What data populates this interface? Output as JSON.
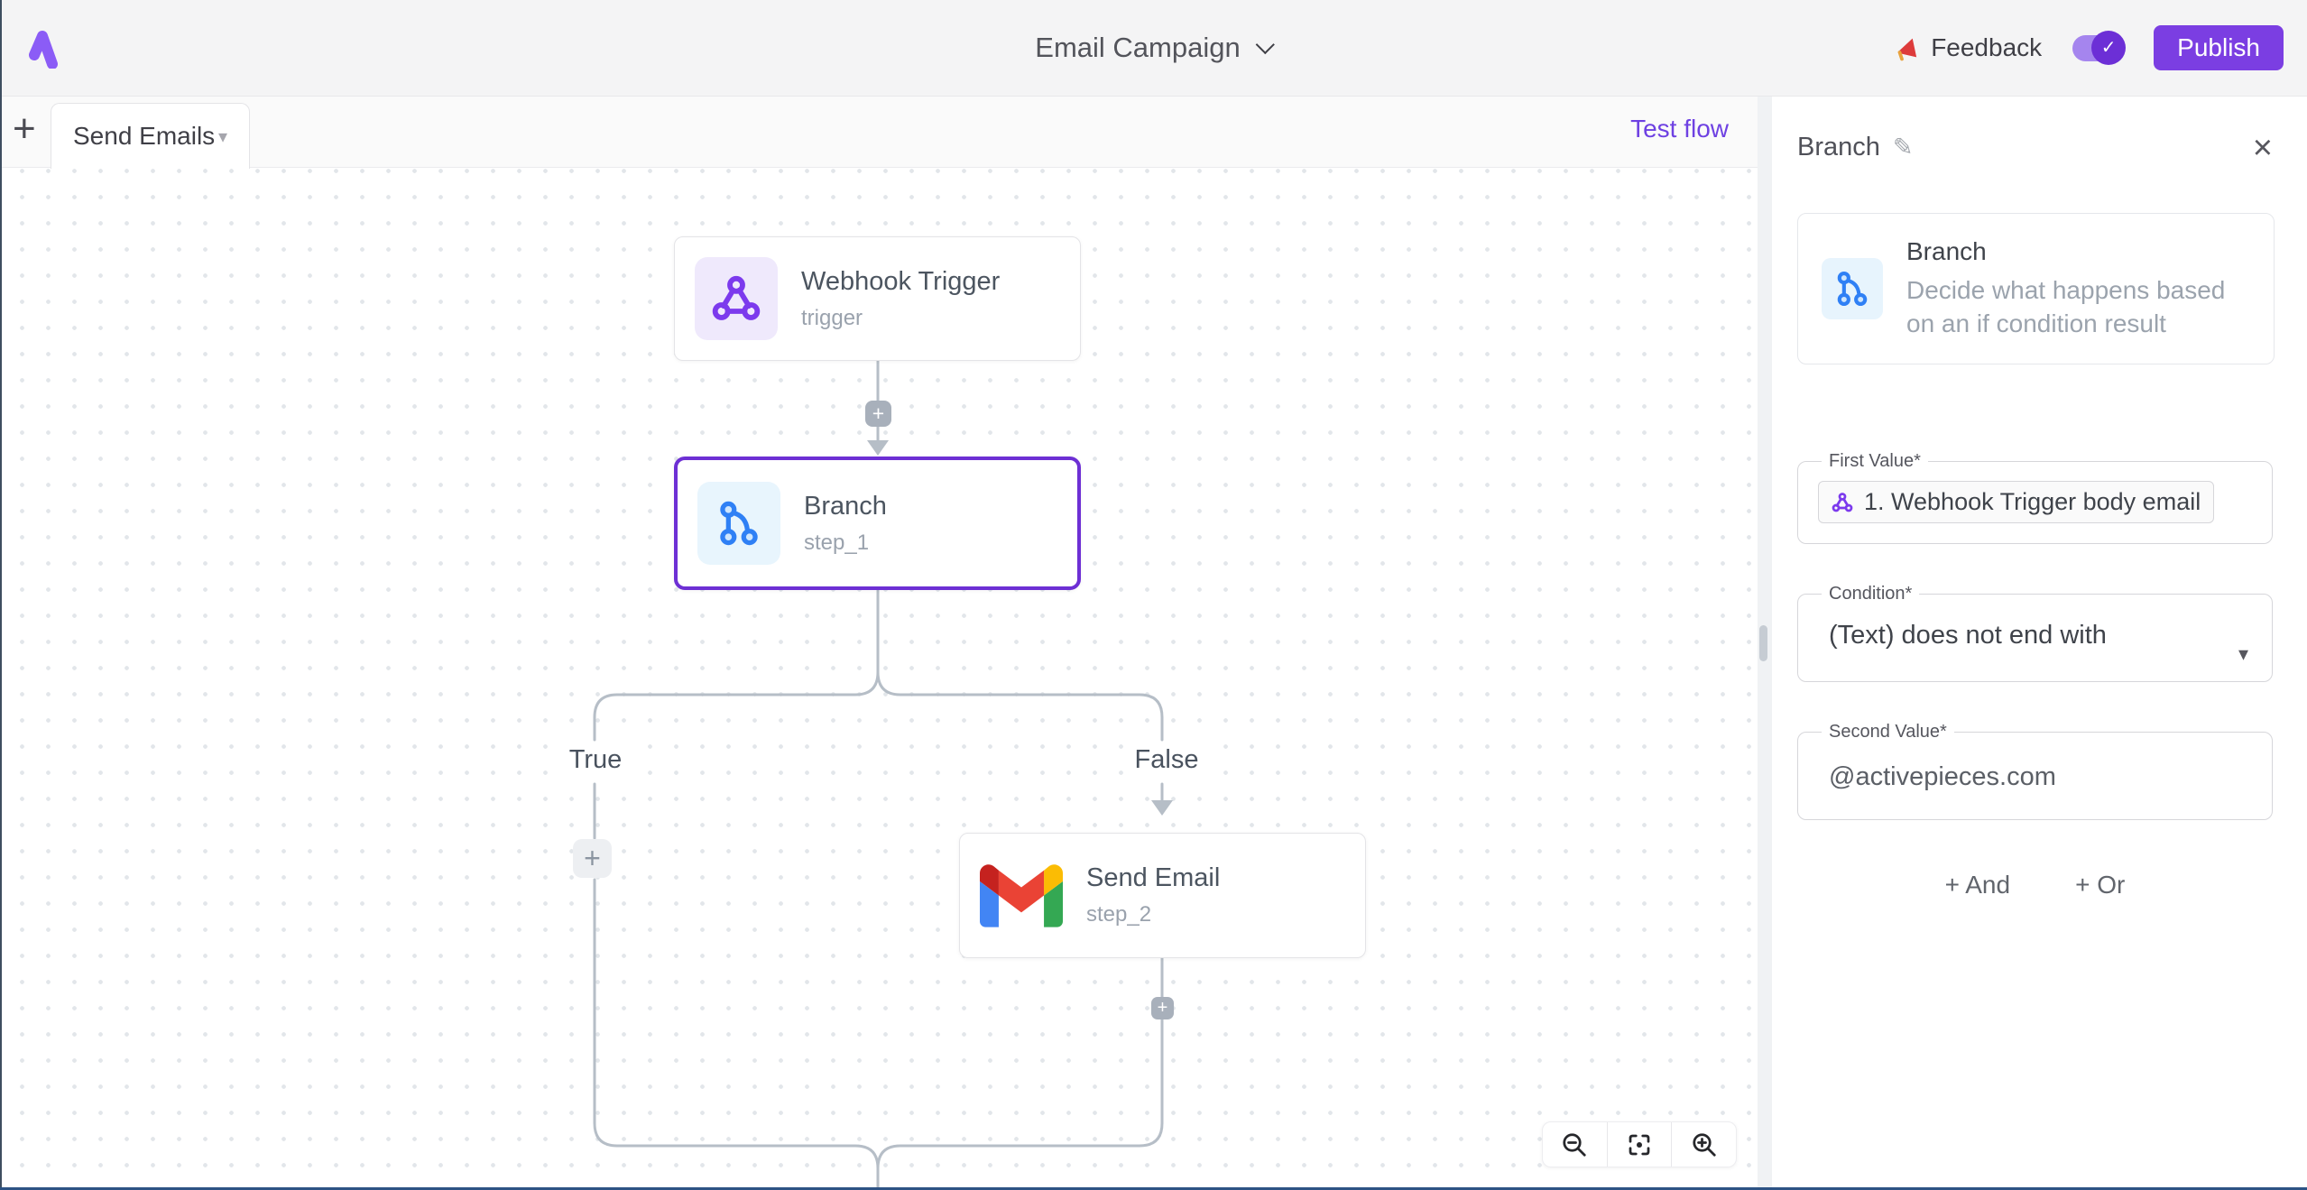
{
  "header": {
    "title": "Email Campaign",
    "feedback_label": "Feedback",
    "publish_label": "Publish",
    "toggle_state": "on"
  },
  "tab_bar": {
    "tab_label": "Send Emails",
    "test_flow_label": "Test flow"
  },
  "canvas": {
    "nodes": [
      {
        "title": "Webhook Trigger",
        "subtitle": "trigger",
        "icon": "webhook-icon",
        "selected": false
      },
      {
        "title": "Branch",
        "subtitle": "step_1",
        "icon": "branch-icon",
        "selected": true
      },
      {
        "title": "Send Email",
        "subtitle": "step_2",
        "icon": "gmail-icon",
        "selected": false
      }
    ],
    "branch_labels": {
      "true_label": "True",
      "false_label": "False"
    },
    "zoom_controls": [
      "zoom-out",
      "fit-view",
      "zoom-in"
    ]
  },
  "panel": {
    "title": "Branch",
    "piece": {
      "name": "Branch",
      "description": "Decide what happens based on an if condition result"
    },
    "fields": [
      {
        "label": "First Value*",
        "value": "1. Webhook Trigger body email",
        "type": "token"
      },
      {
        "label": "Condition*",
        "value": "(Text) does not end with",
        "type": "select"
      },
      {
        "label": "Second Value*",
        "value": "@activepieces.com",
        "type": "text"
      }
    ],
    "buttons": {
      "and_label": "+ And",
      "or_label": "+ Or"
    }
  },
  "icons": {
    "pencil": "✎",
    "close": "×",
    "check": "✓",
    "caret": "▾",
    "plus": "+"
  },
  "colors": {
    "accent": "#7b3ee2",
    "accent_dark": "#6c2fd6",
    "selected_border": "#6d2fd4",
    "link": "#6e41e2",
    "connector": "#b6bec7",
    "webhook_icon": "#7c3aed",
    "branch_icon": "#2f80f5"
  }
}
